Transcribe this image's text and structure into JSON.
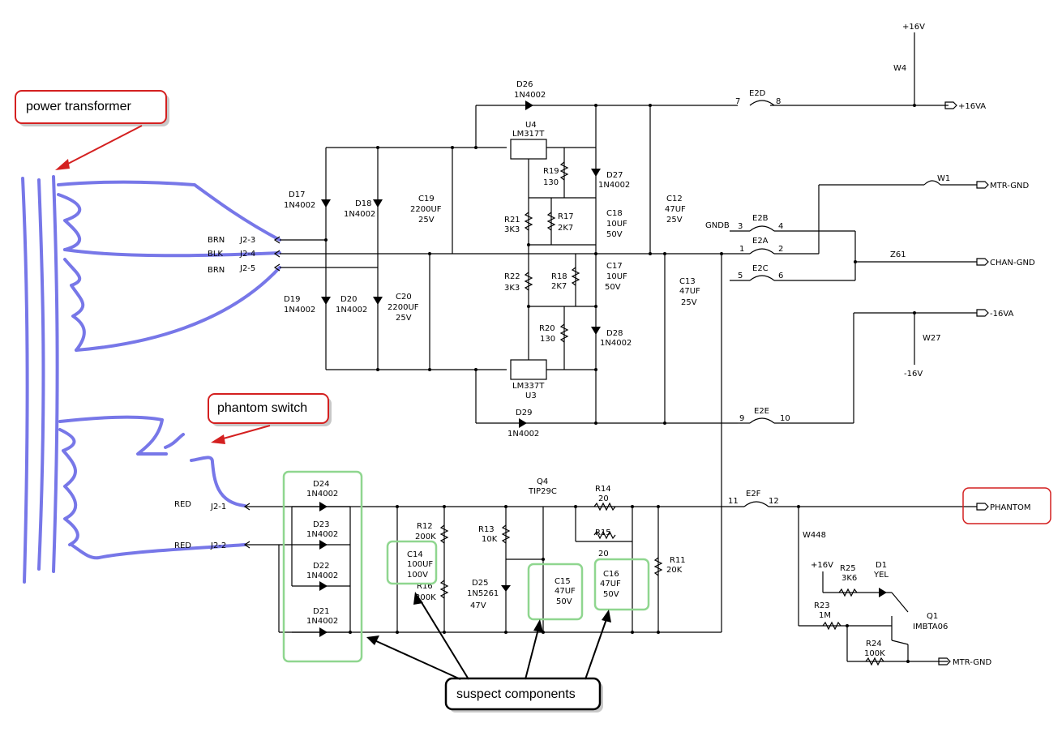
{
  "callouts": {
    "power_transformer": "power transformer",
    "phantom_switch": "phantom switch",
    "suspect_components": "suspect components"
  },
  "rails": {
    "p16v": "+16V",
    "p16va": "+16VA",
    "m16v": "-16V",
    "m16va": "-16VA",
    "mtr_gnd": "MTR-GND",
    "chan_gnd": "CHAN-GND",
    "phantom": "PHANTOM",
    "mtr_gnd2": "MTR-GND",
    "p16v_b": "+16V"
  },
  "connectors": {
    "brn1": "BRN",
    "j23": "J2-3",
    "blk": "BLK",
    "j24": "J2-4",
    "brn2": "BRN",
    "j25": "J2-5",
    "red1": "RED",
    "j21": "J2-1",
    "red2": "RED",
    "j22": "J2-2"
  },
  "components": {
    "d26": [
      "D26",
      "1N4002"
    ],
    "u4": [
      "U4",
      "LM317T"
    ],
    "u3": [
      "LM337T",
      "U3"
    ],
    "d17": [
      "D17",
      "1N4002"
    ],
    "d18": [
      "D18",
      "1N4002"
    ],
    "d19": [
      "D19",
      "1N4002"
    ],
    "d20": [
      "D20",
      "1N4002"
    ],
    "c19": [
      "C19",
      "2200UF",
      "25V"
    ],
    "c20": [
      "C20",
      "2200UF",
      "25V"
    ],
    "r19": [
      "R19",
      "130"
    ],
    "d27": [
      "D27",
      "1N4002"
    ],
    "r21": [
      "R21",
      "3K3"
    ],
    "r17": [
      "R17",
      "2K7"
    ],
    "c18": [
      "C18",
      "10UF",
      "50V"
    ],
    "c12": [
      "C12",
      "47UF",
      "25V"
    ],
    "r22": [
      "R22",
      "3K3"
    ],
    "r18": [
      "R18",
      "2K7"
    ],
    "c17": [
      "C17",
      "10UF",
      "50V"
    ],
    "c13": [
      "C13",
      "47UF",
      "25V"
    ],
    "r20": [
      "R20",
      "130"
    ],
    "d28": [
      "D28",
      "1N4002"
    ],
    "d29": [
      "D29",
      "1N4002"
    ],
    "e2d": [
      "E2D",
      "7",
      "8"
    ],
    "e2b": [
      "E2B",
      "3",
      "4"
    ],
    "e2a": [
      "E2A",
      "1",
      "2"
    ],
    "e2c": [
      "E2C",
      "5",
      "6"
    ],
    "e2e": [
      "E2E",
      "9",
      "10"
    ],
    "e2f": [
      "E2F",
      "11",
      "12"
    ],
    "gndb": "GNDB",
    "w4": "W4",
    "w1": "W1",
    "z61": "Z61",
    "w27": "W27",
    "w448": "W448",
    "d24": [
      "D24",
      "1N4002"
    ],
    "d23": [
      "D23",
      "1N4002"
    ],
    "d22": [
      "D22",
      "1N4002"
    ],
    "d21": [
      "D21",
      "1N4002"
    ],
    "c14": [
      "C14",
      "100UF",
      "100V"
    ],
    "r12": [
      "R12",
      "200K"
    ],
    "r16": [
      "R16",
      "200K"
    ],
    "r13": [
      "R13",
      "10K"
    ],
    "d25": [
      "D25",
      "1N5261",
      "47V"
    ],
    "q4": [
      "Q4",
      "TIP29C"
    ],
    "c15": [
      "C15",
      "47UF",
      "50V"
    ],
    "r14": [
      "R14",
      "20"
    ],
    "r15": [
      "R15",
      "20"
    ],
    "c16": [
      "C16",
      "47UF",
      "50V"
    ],
    "r11": [
      "R11",
      "20K"
    ],
    "r25": [
      "R25",
      "3K6"
    ],
    "d1": [
      "D1",
      "YEL"
    ],
    "r23": [
      "R23",
      "1M"
    ],
    "r24": [
      "R24",
      "100K"
    ],
    "q1": [
      "Q1",
      "IMBTA06"
    ]
  },
  "colors": {
    "coil": "#7777e8",
    "callout": "#d42020",
    "highlight": "#8fd68f"
  }
}
